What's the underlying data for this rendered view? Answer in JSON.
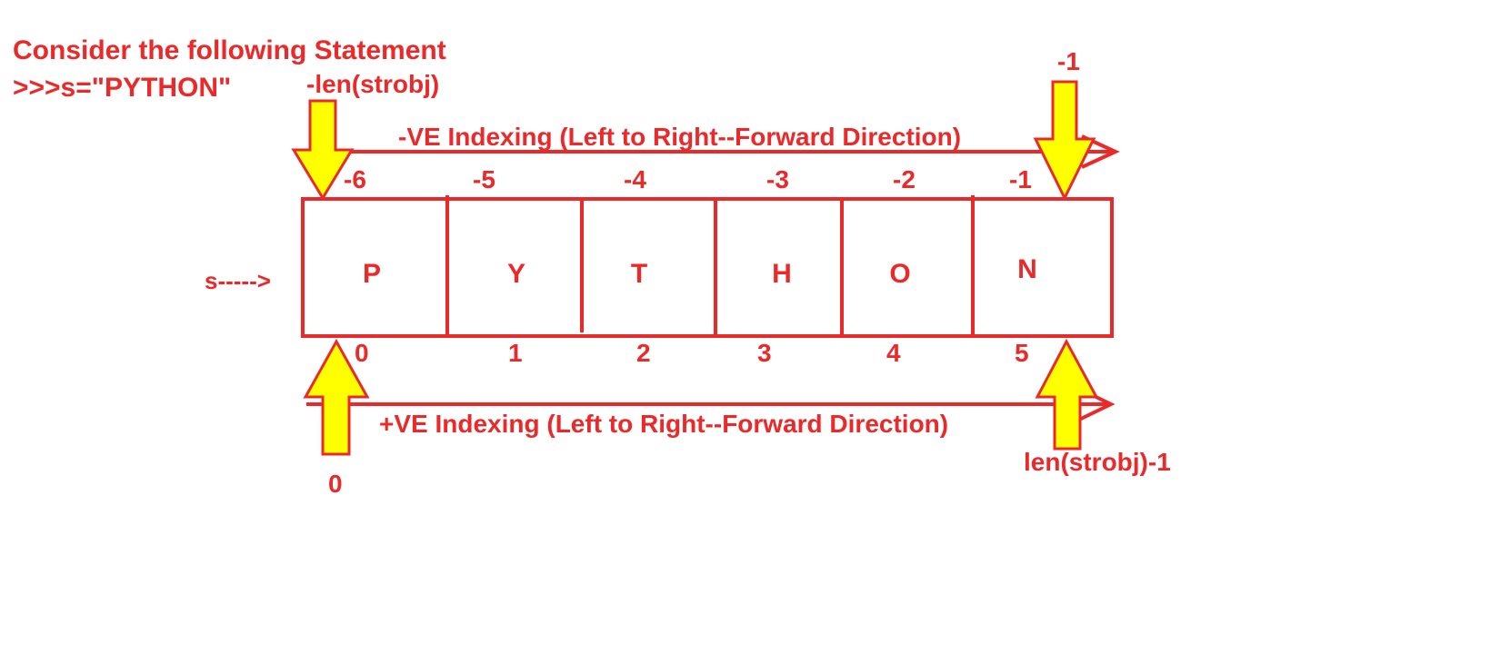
{
  "statement": {
    "heading": "Consider the following Statement",
    "code": ">>>s=\"PYTHON\""
  },
  "pointer_label": "s----->",
  "characters": [
    "P",
    "Y",
    "T",
    "H",
    "O",
    "N"
  ],
  "negative_indices": [
    "-6",
    "-5",
    "-4",
    "-3",
    "-2",
    "-1"
  ],
  "positive_indices": [
    "0",
    "1",
    "2",
    "3",
    "4",
    "5"
  ],
  "negative_indexing": {
    "title": "-VE Indexing (Left to Right--Forward Direction)",
    "start_label": "-len(strobj)",
    "end_label": "-1"
  },
  "positive_indexing": {
    "title": "+VE Indexing (Left to Right--Forward Direction)",
    "start_label": "0",
    "end_label": "len(strobj)-1"
  },
  "colors": {
    "line": "#ea2a2a",
    "text": "#ea2a2a",
    "arrow_fill": "#ffff00"
  }
}
